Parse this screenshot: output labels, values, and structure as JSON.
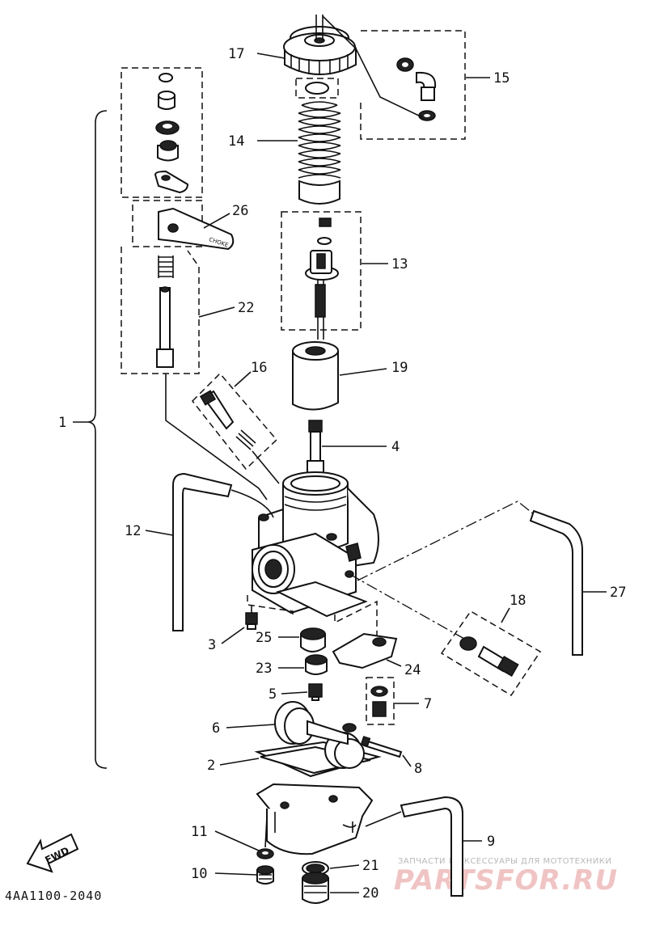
{
  "diagram": {
    "part_code": "4AA1100-2040",
    "fwd_label": "FWD",
    "watermark": {
      "top_text": "ЗАПЧАСТИ И АКСЕССУАРЫ ДЛЯ МОТОТЕХНИКИ",
      "brand_text": "PARTSFOR.RU"
    },
    "callouts": [
      {
        "id": "17",
        "label": "17"
      },
      {
        "id": "15",
        "label": "15"
      },
      {
        "id": "14",
        "label": "14"
      },
      {
        "id": "26",
        "label": "26"
      },
      {
        "id": "13",
        "label": "13"
      },
      {
        "id": "22",
        "label": "22"
      },
      {
        "id": "16",
        "label": "16"
      },
      {
        "id": "19",
        "label": "19"
      },
      {
        "id": "1",
        "label": "1"
      },
      {
        "id": "4",
        "label": "4"
      },
      {
        "id": "12",
        "label": "12"
      },
      {
        "id": "27",
        "label": "27"
      },
      {
        "id": "18",
        "label": "18"
      },
      {
        "id": "3",
        "label": "3"
      },
      {
        "id": "25",
        "label": "25"
      },
      {
        "id": "24",
        "label": "24"
      },
      {
        "id": "23",
        "label": "23"
      },
      {
        "id": "5",
        "label": "5"
      },
      {
        "id": "7",
        "label": "7"
      },
      {
        "id": "6",
        "label": "6"
      },
      {
        "id": "2",
        "label": "2"
      },
      {
        "id": "8",
        "label": "8"
      },
      {
        "id": "9",
        "label": "9"
      },
      {
        "id": "11",
        "label": "11"
      },
      {
        "id": "21",
        "label": "21"
      },
      {
        "id": "10",
        "label": "10"
      },
      {
        "id": "20",
        "label": "20"
      }
    ]
  }
}
